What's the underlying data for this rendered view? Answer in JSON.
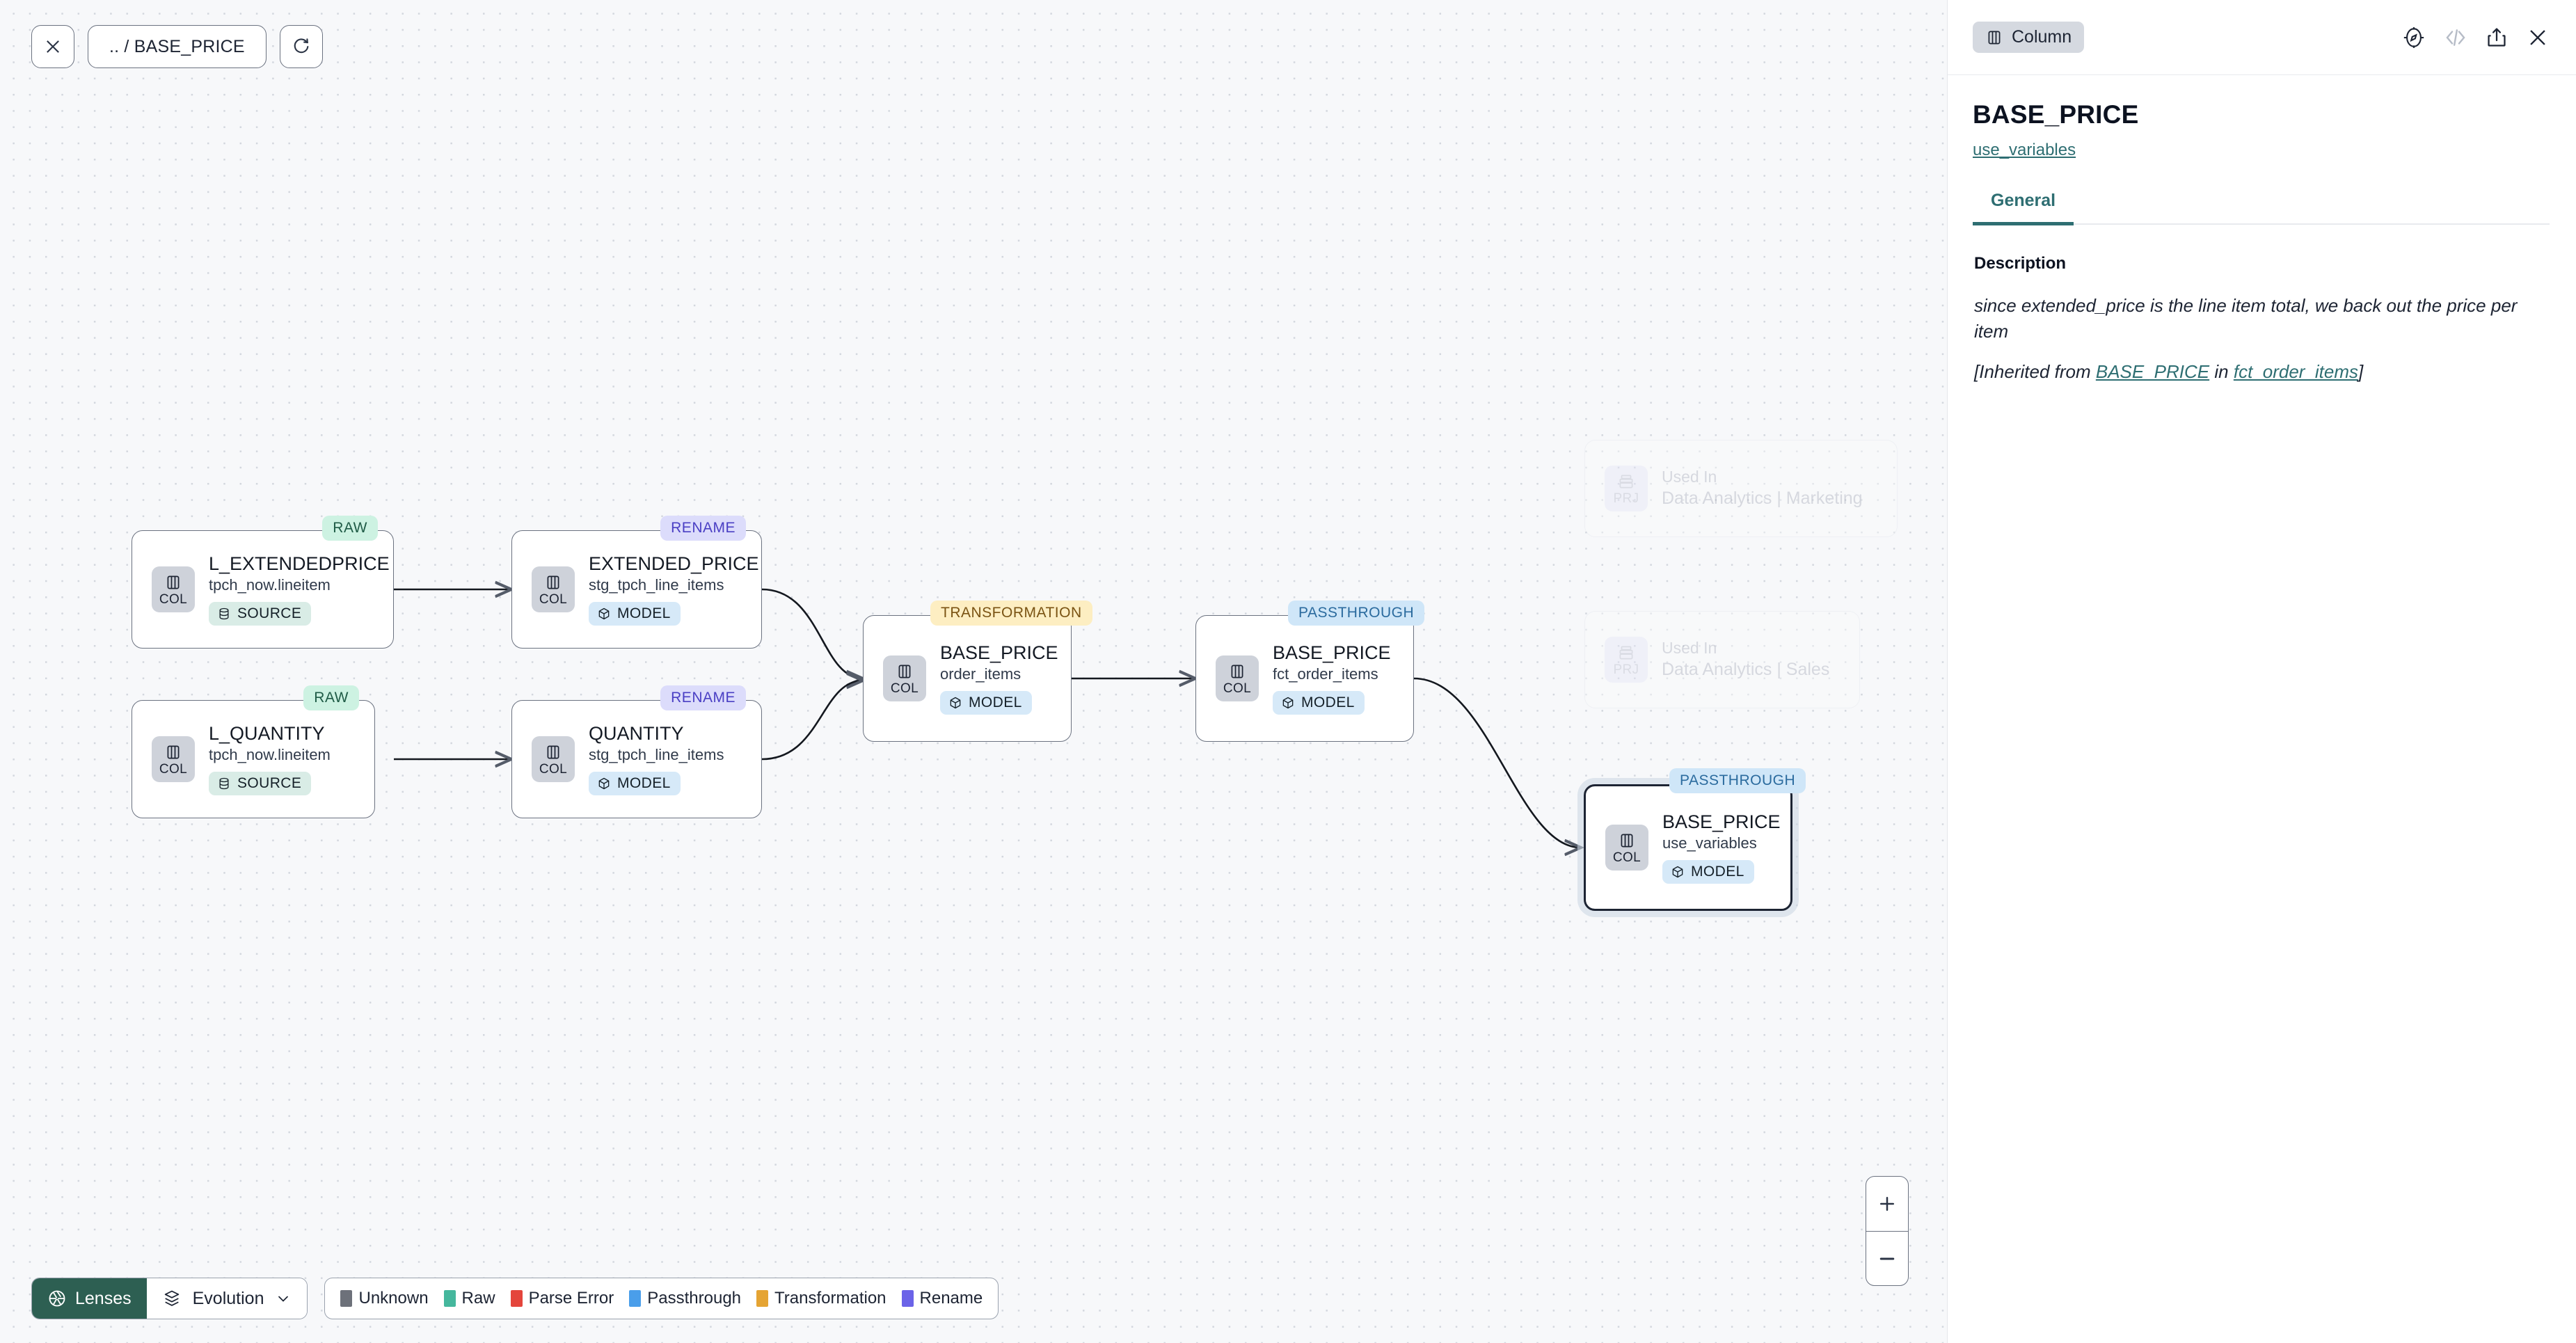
{
  "toolbar": {
    "close_icon": "close-icon",
    "breadcrumb": ".. / BASE_PRICE",
    "refresh_icon": "refresh-icon"
  },
  "graph": {
    "nodes": [
      {
        "id": "l_extendedprice",
        "badge": "RAW",
        "badge_kind": "raw",
        "icon_label": "COL",
        "title": "L_EXTENDEDPRICE",
        "subtitle": "tpch_now.lineitem",
        "chip": "SOURCE",
        "chip_kind": "source",
        "selected": false
      },
      {
        "id": "l_quantity",
        "badge": "RAW",
        "badge_kind": "raw",
        "icon_label": "COL",
        "title": "L_QUANTITY",
        "subtitle": "tpch_now.lineitem",
        "chip": "SOURCE",
        "chip_kind": "source",
        "selected": false
      },
      {
        "id": "extended_price",
        "badge": "RENAME",
        "badge_kind": "rename",
        "icon_label": "COL",
        "title": "EXTENDED_PRICE",
        "subtitle": "stg_tpch_line_items",
        "chip": "MODEL",
        "chip_kind": "model",
        "selected": false
      },
      {
        "id": "quantity",
        "badge": "RENAME",
        "badge_kind": "rename",
        "icon_label": "COL",
        "title": "QUANTITY",
        "subtitle": "stg_tpch_line_items",
        "chip": "MODEL",
        "chip_kind": "model",
        "selected": false
      },
      {
        "id": "base_price_order_items",
        "badge": "TRANSFORMATION",
        "badge_kind": "transformation",
        "icon_label": "COL",
        "title": "BASE_PRICE",
        "subtitle": "order_items",
        "chip": "MODEL",
        "chip_kind": "model",
        "selected": false
      },
      {
        "id": "base_price_fct_order_items",
        "badge": "PASSTHROUGH",
        "badge_kind": "passthrough",
        "icon_label": "COL",
        "title": "BASE_PRICE",
        "subtitle": "fct_order_items",
        "chip": "MODEL",
        "chip_kind": "model",
        "selected": false
      },
      {
        "id": "base_price_use_variables",
        "badge": "PASSTHROUGH",
        "badge_kind": "passthrough",
        "icon_label": "COL",
        "title": "BASE_PRICE",
        "subtitle": "use_variables",
        "chip": "MODEL",
        "chip_kind": "model",
        "selected": true
      }
    ],
    "used_in": [
      {
        "id": "used-in-marketing",
        "icon_label": "PRJ",
        "label": "Used In",
        "name": "Data Analytics | Marketing"
      },
      {
        "id": "used-in-sales",
        "icon_label": "PRJ",
        "label": "Used In",
        "name": "Data Analytics | Sales"
      }
    ]
  },
  "bottom": {
    "lenses_label": "Lenses",
    "evolution_label": "Evolution",
    "legend": [
      {
        "label": "Unknown",
        "color": "#6d717a"
      },
      {
        "label": "Raw",
        "color": "#45b79d"
      },
      {
        "label": "Parse Error",
        "color": "#e4453c"
      },
      {
        "label": "Passthrough",
        "color": "#4a9eea"
      },
      {
        "label": "Transformation",
        "color": "#e5a433"
      },
      {
        "label": "Rename",
        "color": "#6b63e8"
      }
    ],
    "zoom_in": "+",
    "zoom_out": "−"
  },
  "panel": {
    "type_badge": "Column",
    "actions": [
      "compass-icon",
      "code-icon",
      "share-icon",
      "close-icon"
    ],
    "title": "BASE_PRICE",
    "parent_link": "use_variables",
    "tabs": [
      {
        "label": "General",
        "active": true
      }
    ],
    "section_title": "Description",
    "description": "since extended_price is the line item total, we back out the price per item",
    "inherited_prefix": "[Inherited from ",
    "inherited_column": "BASE_PRICE",
    "inherited_mid": " in ",
    "inherited_model": "fct_order_items",
    "inherited_suffix": "]"
  }
}
